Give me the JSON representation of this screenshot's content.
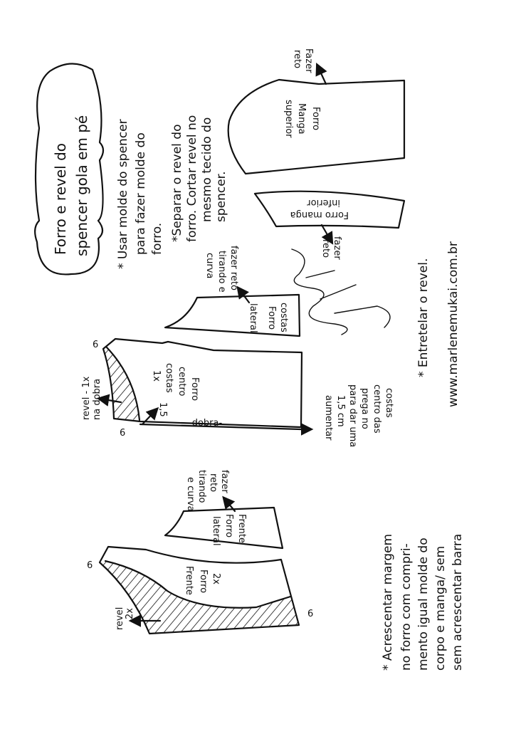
{
  "title": {
    "lines": [
      "Forro e revel do",
      "spencer gola em pé"
    ]
  },
  "notes": {
    "usar_molde": [
      "* Usar molde do spencer",
      "para fazer molde do",
      "forro."
    ],
    "separar_revel": [
      "*Separar o revel do",
      "forro. Cortar revel no",
      "mesmo tecido do",
      "spencer."
    ],
    "entretelar": "* Entretelar o revel.",
    "website": "www.marlenemukai.com.br",
    "acrescentar": [
      "* Acrescentar margem",
      "no forro com compri-",
      "mento igual molde do",
      "corpo e manga/ sem",
      "sem acrescentar barra"
    ]
  },
  "pieces": {
    "manga_superior": {
      "label": [
        "Forro",
        "Manga",
        "superior"
      ],
      "note": [
        "Fazer",
        "reto"
      ]
    },
    "manga_inferior": {
      "label": [
        "Forro manga",
        "inferior"
      ],
      "note": [
        "fazer",
        "reto"
      ]
    },
    "costas_lateral": {
      "label": [
        "Forro",
        "costas",
        "lateral"
      ],
      "note": [
        "fazer reto",
        "tirando e",
        "curva"
      ]
    },
    "centro_costas": {
      "label": [
        "Forro",
        "centro",
        "costas",
        "1x"
      ],
      "fold": "-dobra-",
      "revel_label": [
        "revel - 1x",
        "na dobra"
      ],
      "dim_6": "6",
      "dim_15": "1,5",
      "note": [
        "aumentar",
        "1,5 cm",
        "para dar uma",
        "prega no",
        "centro das",
        "costas"
      ]
    },
    "frente_lateral": {
      "label": [
        "lateral",
        "Forro",
        "Frente"
      ],
      "note": [
        "fazer",
        "reto",
        "tirando",
        "e curva"
      ]
    },
    "frente": {
      "label": [
        "Forro",
        "Frente",
        "2x"
      ],
      "revel_label": [
        "revel",
        "2x"
      ],
      "dim_6": "6"
    }
  }
}
